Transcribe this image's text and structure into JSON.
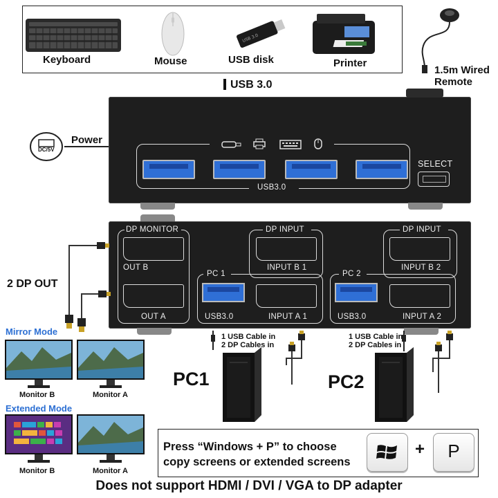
{
  "peripherals": {
    "keyboard": "Keyboard",
    "mouse": "Mouse",
    "usb_disk": "USB disk",
    "printer": "Printer"
  },
  "remote": {
    "label_line1": "1.5m Wired",
    "label_line2": "Remote"
  },
  "usb_header": "USB 3.0",
  "power": {
    "label": "Power",
    "dc": "DC/5V"
  },
  "front_panel": {
    "usb_label": "USB3.0",
    "select_label": "SELECT"
  },
  "rear_panel": {
    "dp_monitor": "DP MONITOR",
    "out_b": "OUT B",
    "out_a": "OUT A",
    "pc1": "PC 1",
    "pc2": "PC 2",
    "dp_input_1": "DP INPUT",
    "dp_input_2": "DP INPUT",
    "input_b1": "INPUT B 1",
    "input_a1": "INPUT A 1",
    "input_b2": "INPUT B 2",
    "input_a2": "INPUT A 2",
    "usb3_1": "USB3.0",
    "usb3_2": "USB3.0"
  },
  "dp_out_label": "2 DP OUT",
  "mirror_mode": "Mirror Mode",
  "extended_mode": "Extended Mode",
  "monitor_b": "Monitor B",
  "monitor_a": "Monitor A",
  "pc1": {
    "label": "PC1",
    "cable_line1": "1 USB Cable in",
    "cable_line2": "2 DP Cables in"
  },
  "pc2": {
    "label": "PC2",
    "cable_line1": "1 USB Cable in",
    "cable_line2": "2 DP Cables in"
  },
  "hint": {
    "line1": "Press “Windows + P” to choose",
    "line2": "copy screens or extended screens",
    "plus": "+",
    "p_key": "P"
  },
  "footer": "Does not support HDMI / DVI / VGA to DP adapter",
  "colors": {
    "accent_blue": "#2c6fd3",
    "panel": "#1e1e1e",
    "usb_blue": "#2f6fd6"
  }
}
